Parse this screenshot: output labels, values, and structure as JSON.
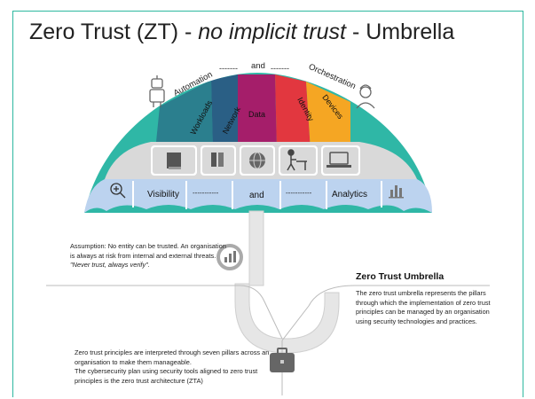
{
  "title": {
    "part1": "Zero Trust (ZT) - ",
    "part2": "no implicit trust",
    "part3": " - Umbrella"
  },
  "arc_top": {
    "left": "Automation",
    "dash1": "-------",
    "mid": "and",
    "dash2": "-------",
    "right": "Orchestration"
  },
  "pillars": [
    {
      "label": "Workloads",
      "color": "#2b7f8e"
    },
    {
      "label": "Network",
      "color": "#2a5f85"
    },
    {
      "label": "Data",
      "color": "#a51e6a"
    },
    {
      "label": "Identity",
      "color": "#e2373f"
    },
    {
      "label": "Devices",
      "color": "#f5a623"
    }
  ],
  "outer_color": "#2fb7a6",
  "scallop_color": "#bcd3ef",
  "icon_band_color": "#d9d9d9",
  "bottom_row": {
    "left_icon": "zoom-in-icon",
    "visibility": "Visibility",
    "dash1": "-----------",
    "and": "and",
    "dash2": "-----------",
    "analytics": "Analytics",
    "right_icon": "bar-chart-icon"
  },
  "assumption": {
    "text": "Assumption: No entity can be trusted. An organisation is always at risk from internal and external threats. ",
    "quote": "\"Never trust, always verify\"."
  },
  "zt_umbrella": {
    "heading": "Zero Trust Umbrella",
    "body": "The zero trust umbrella represents the pillars through which the implementation of zero trust principles can be managed by an organisation using security technologies and practices."
  },
  "principles": {
    "line1": "Zero trust principles are interpreted through seven pillars across an organisation to make them manageable.",
    "line2": "The cybersecurity plan using security tools aligned to zero trust principles is the zero trust architecture (ZTA)"
  }
}
